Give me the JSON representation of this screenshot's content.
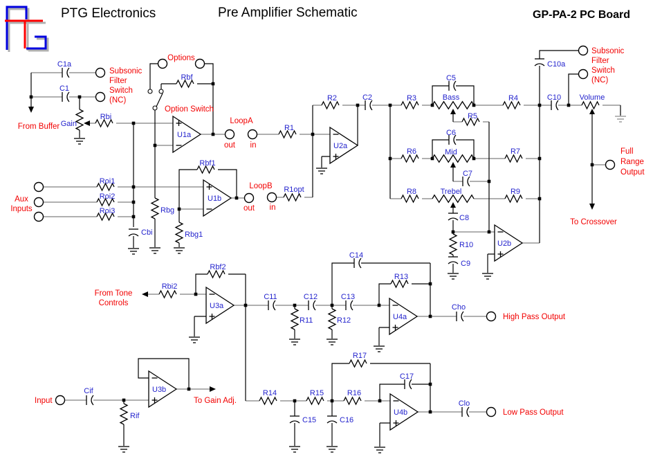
{
  "header": {
    "company": "PTG Electronics",
    "title": "Pre Amplifier Schematic",
    "board": "GP-PA-2 PC Board"
  },
  "colors": {
    "label_blue": "#2323cd",
    "label_red": "#f20000",
    "wire_gray": "#808080",
    "wire_black": "#000000",
    "logo_blue": "#0000e0",
    "logo_red": "#ff0000",
    "logo_gray": "#b0b0b0"
  },
  "opamps": {
    "u1a": "U1a",
    "u1b": "U1b",
    "u2a": "U2a",
    "u2b": "U2b",
    "u3a": "U3a",
    "u3b": "U3b",
    "u4a": "U4a",
    "u4b": "U4b"
  },
  "components": {
    "c1a": "C1a",
    "c1": "C1",
    "gain": "Gain",
    "rbi": "Rbi",
    "rbf": "Rbf",
    "rbf1": "Rbf1",
    "rbg": "Rbg",
    "rbg1": "Rbg1",
    "cbi": "Cbi",
    "roi1": "Roi1",
    "roi2": "Roi2",
    "roi3": "Roi3",
    "r1": "R1",
    "r1opt": "R1opt",
    "r2": "R2",
    "c2": "C2",
    "r3": "R3",
    "c5": "C5",
    "bass": "Bass",
    "r4": "R4",
    "r5": "R5",
    "c6": "C6",
    "mid": "Mid",
    "r6": "R6",
    "r7": "R7",
    "c7": "C7",
    "r8": "R8",
    "trebel": "Trebel",
    "r9": "R9",
    "c8": "C8",
    "r10": "R10",
    "c9": "C9",
    "c10a": "C10a",
    "c10": "C10",
    "volume": "Volume",
    "rbi2": "Rbi2",
    "rbf2": "Rbf2",
    "c11": "C11",
    "r11": "R11",
    "c12": "C12",
    "r12": "R12",
    "c13": "C13",
    "c14": "C14",
    "r13": "R13",
    "cho": "Cho",
    "cif": "Cif",
    "rif": "Rif",
    "r14": "R14",
    "r15": "R15",
    "r16": "R16",
    "c15": "C15",
    "c16": "C16",
    "r17": "R17",
    "c17": "C17",
    "clo": "Clo"
  },
  "annotations": {
    "subsonic_left": [
      "Subsonic",
      "Filter",
      "Switch",
      "(NC)"
    ],
    "subsonic_right": [
      "Subsonic",
      "Filter",
      "Switch",
      "(NC)"
    ],
    "from_buffer": "From Buffer",
    "options": "Options",
    "option_switch": "Option Switch",
    "loop_a": "LoopA",
    "loop_b": "LoopB",
    "out": "out",
    "in": "in",
    "aux": [
      "Aux",
      "Inputs"
    ],
    "full_range": [
      "Full",
      "Range",
      "Output"
    ],
    "to_crossover": "To Crossover",
    "from_tone": [
      "From Tone",
      "Controls"
    ],
    "high_pass": "High Pass Output",
    "low_pass": "Low Pass Output",
    "input": "Input",
    "to_gain": "To Gain Adj."
  }
}
